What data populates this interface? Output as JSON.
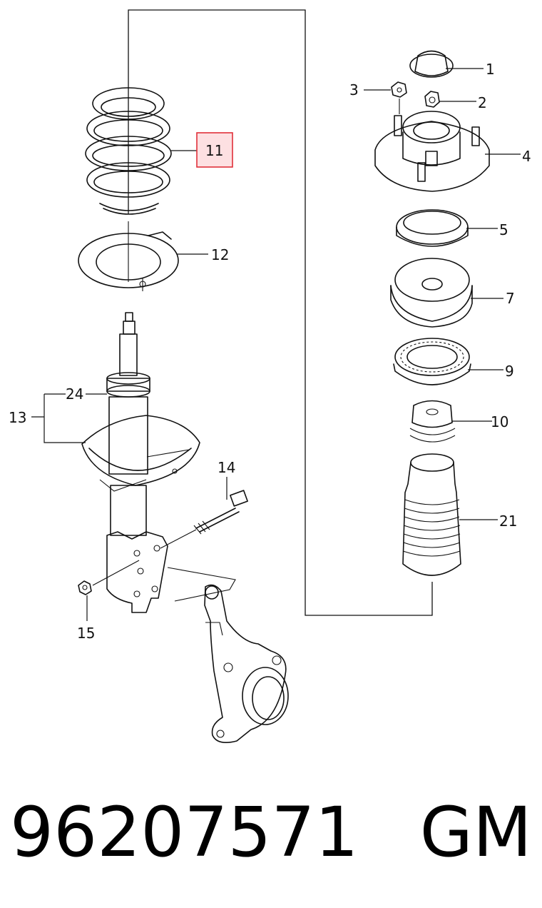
{
  "diagram": {
    "labels": {
      "p1": "1",
      "p2": "2",
      "p3": "3",
      "p4": "4",
      "p5": "5",
      "p7": "7",
      "p9": "9",
      "p10": "10",
      "p21": "21",
      "p11": "11",
      "p12": "12",
      "p24": "24",
      "p13": "13",
      "p14": "14",
      "p15": "15"
    },
    "highlight": {
      "part": "11",
      "color": "#e0303a",
      "fill": "#fde0e2"
    }
  },
  "footer": {
    "part_number": "96207571",
    "brand": "GM"
  }
}
